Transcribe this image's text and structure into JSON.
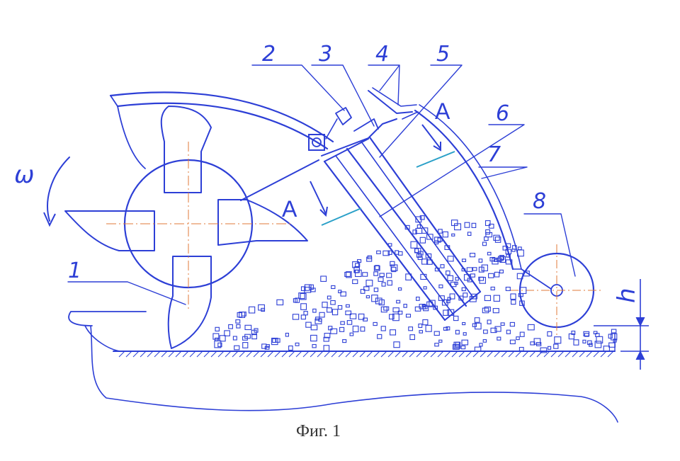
{
  "figure": {
    "caption": "Фиг. 1",
    "omega_symbol": "ω",
    "section_marker": "A",
    "height_symbol": "h",
    "callouts": [
      "1",
      "2",
      "3",
      "4",
      "5",
      "6",
      "7",
      "8"
    ]
  },
  "colors": {
    "stroke": "#2d3fd6",
    "center_lines": "#e07a3a",
    "accent": "#2aa0c8",
    "caption": "#333333"
  }
}
